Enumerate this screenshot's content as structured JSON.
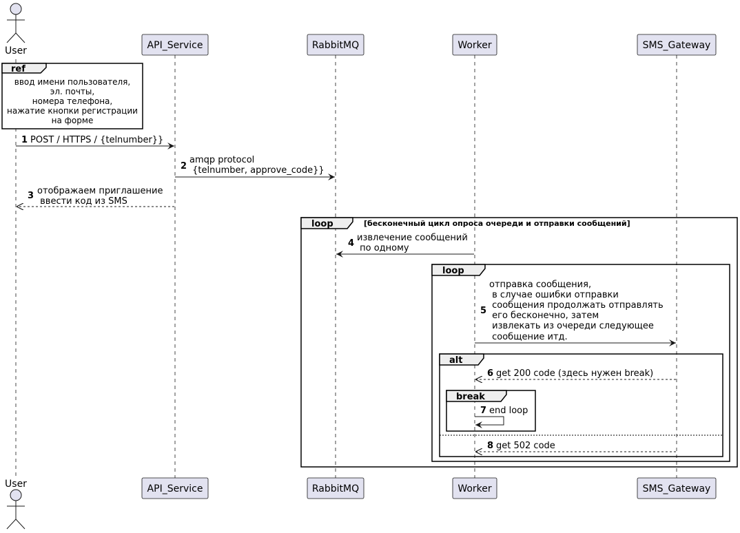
{
  "participants": {
    "user": "User",
    "api": "API_Service",
    "rabbit": "RabbitMQ",
    "worker": "Worker",
    "sms": "SMS_Gateway"
  },
  "ref": {
    "title": "ref",
    "lines": [
      "ввод имени пользователя,",
      "эл. почты,",
      "номера телефона,",
      "нажатие кнопки регистрации",
      "на форме"
    ]
  },
  "messages": [
    {
      "num": "1",
      "lines": [
        "POST / HTTPS / {telnumber}}"
      ]
    },
    {
      "num": "2",
      "lines": [
        "amqp protocol",
        " {telnumber, approve_code}}"
      ]
    },
    {
      "num": "3",
      "lines": [
        "отображаем приглашение",
        " ввести код из SMS"
      ]
    },
    {
      "num": "4",
      "lines": [
        "извлечение сообщений",
        " по одному"
      ]
    },
    {
      "num": "5",
      "lines": [
        "отправка сообщения,",
        " в случае ошибки отправки",
        " сообщения продолжать отправлять",
        " его бесконечно, затем",
        " извлекать из очереди следующее",
        " сообщение итд."
      ]
    },
    {
      "num": "6",
      "lines": [
        "get 200 code (здесь нужен break)"
      ]
    },
    {
      "num": "7",
      "lines": [
        "end loop"
      ]
    },
    {
      "num": "8",
      "lines": [
        "get 502 code"
      ]
    }
  ],
  "fragments": {
    "outer_loop": {
      "title": "loop",
      "condition": "[бесконечный цикл опроса очереди и отправки сообщений]"
    },
    "inner_loop": {
      "title": "loop"
    },
    "alt": {
      "title": "alt"
    },
    "break": {
      "title": "break"
    }
  },
  "colors": {
    "participant_fill": "#E2E2F0",
    "participant_stroke": "#181818",
    "fragment_tab_fill": "#EEEEEE"
  }
}
